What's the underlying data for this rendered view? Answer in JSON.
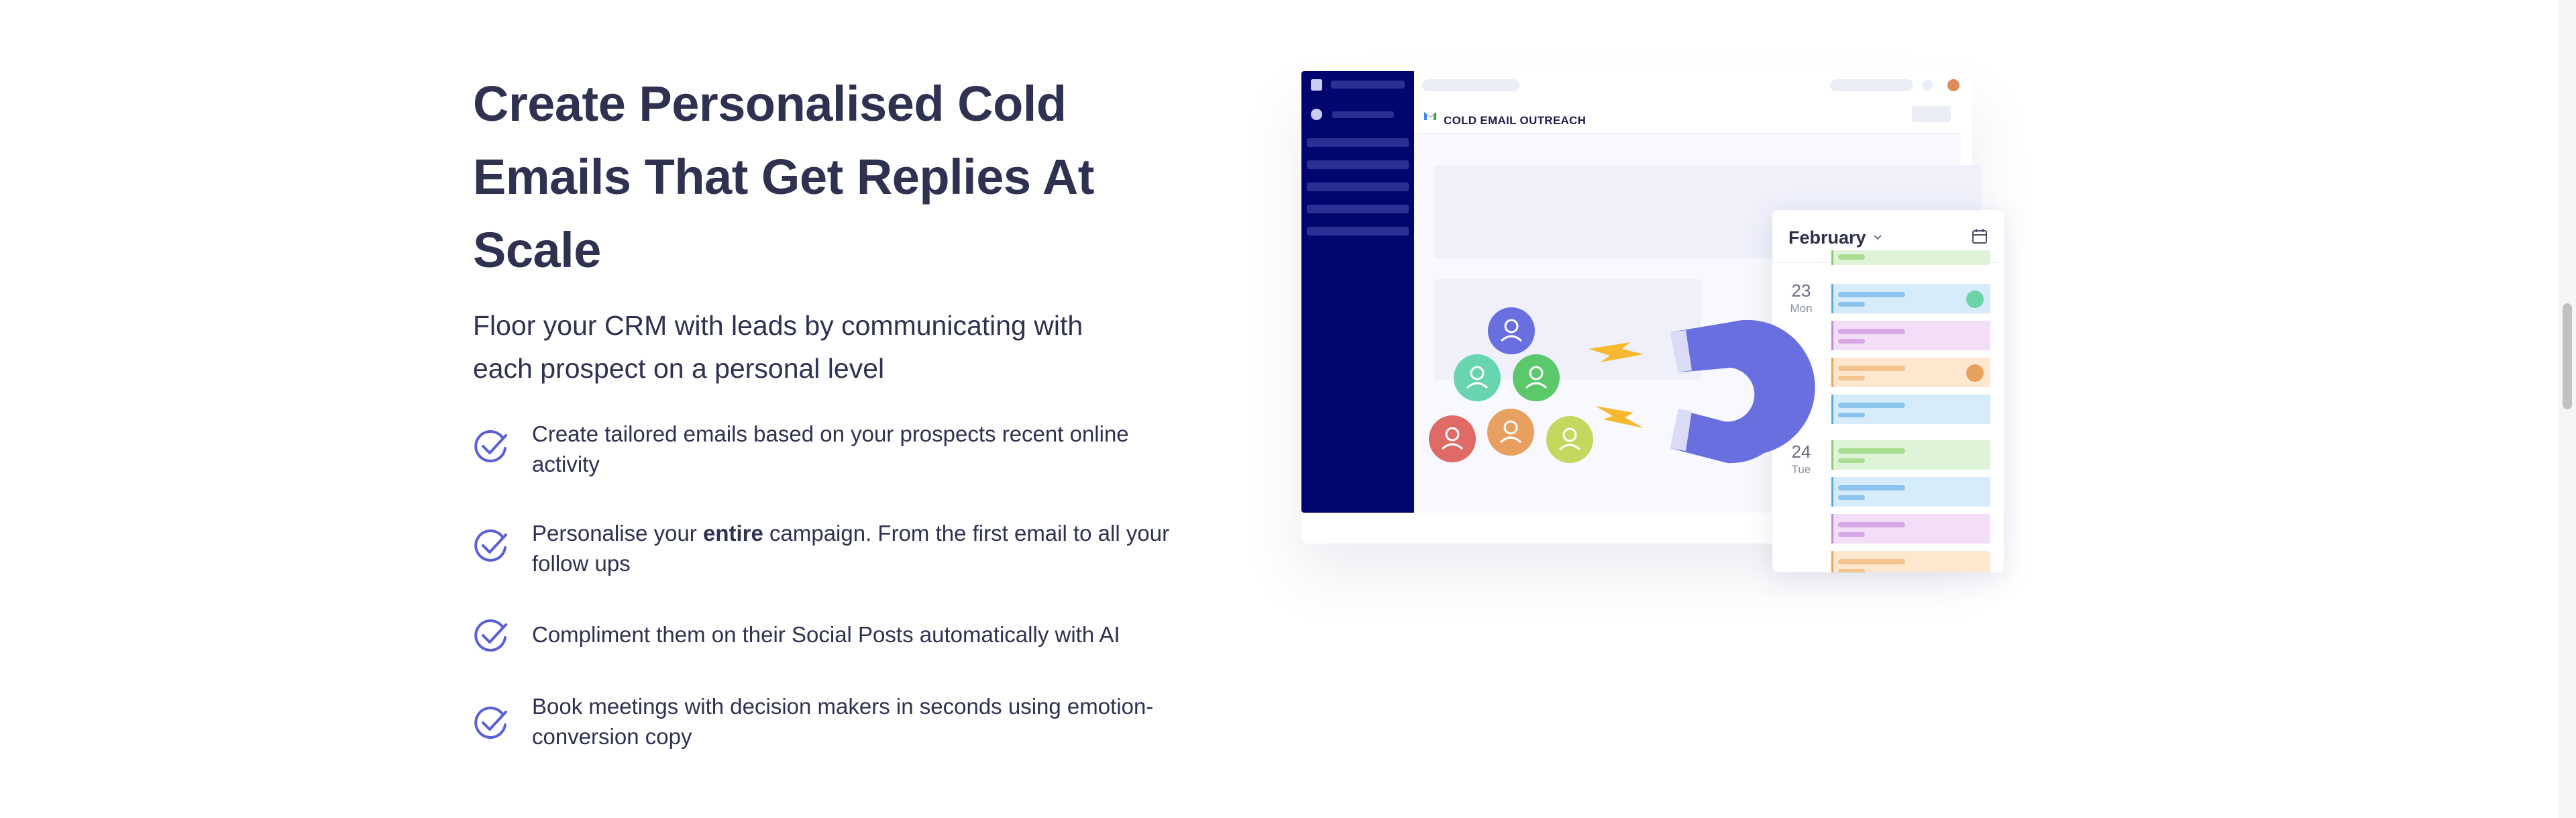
{
  "hero": {
    "headline": "Create Personalised Cold Emails That Get Replies At Scale",
    "subtitle": "Floor your CRM with leads by communicating with each prospect on a personal level"
  },
  "features": [
    {
      "icon": "check-circle-icon",
      "text_before": "Create tailored emails based on your prospects recent online activity",
      "bold": "",
      "text_after": ""
    },
    {
      "icon": "check-circle-icon",
      "text_before": "Personalise your ",
      "bold": "entire",
      "text_after": " campaign. From the first email to all your follow ups"
    },
    {
      "icon": "check-circle-icon",
      "text_before": "Compliment them on their Social Posts automatically with AI",
      "bold": "",
      "text_after": ""
    },
    {
      "icon": "check-circle-icon",
      "text_before": "Book meetings with decision makers in seconds using emotion-conversion copy",
      "bold": "",
      "text_after": ""
    }
  ],
  "illustration": {
    "app_title": "COLD EMAIL OUTREACH",
    "app_icon": "gmail-icon",
    "calendar": {
      "month": "February",
      "days": [
        {
          "num": "23",
          "name": "Mon"
        },
        {
          "num": "24",
          "name": "Tue"
        }
      ]
    }
  },
  "colors": {
    "accent": "#5b5fd6",
    "text": "#2e3150",
    "sidebar": "#03056e",
    "magnet": "#6a6fe0",
    "bolt": "#f5b82e"
  }
}
